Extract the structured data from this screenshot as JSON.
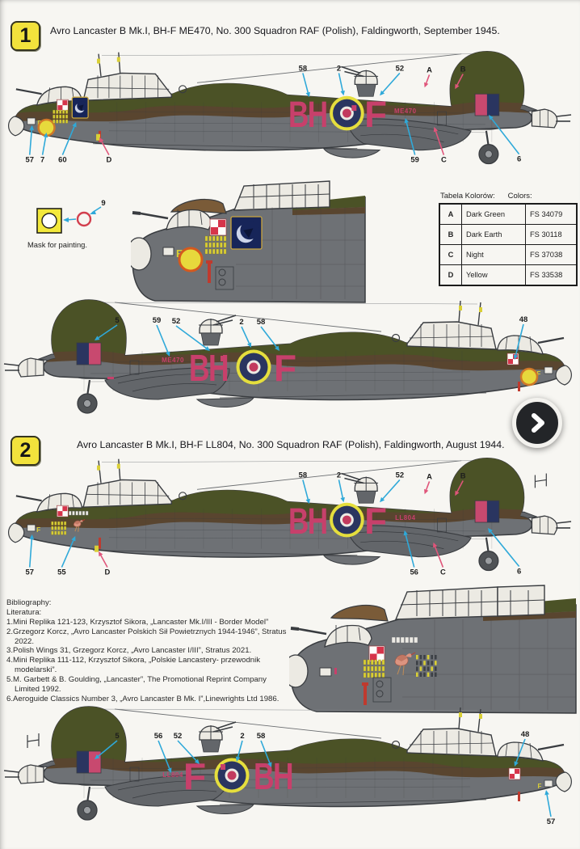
{
  "page": {
    "background": "#f7f6f2"
  },
  "colors": {
    "paper": "#f7f6f2",
    "grey": "#6e7175",
    "grey2": "#63666a",
    "line": "#393c40",
    "green": "#4b5226",
    "earth": "#59452f",
    "canopy": "#eceae3",
    "code_red": "#c7406b",
    "roundel_yellow": "#e5de3d",
    "roundel_navy": "#2a3560",
    "roundel_red": "#c23a5e",
    "cyan": "#2fa9d9",
    "red_arrow": "#e0557a",
    "checker_red": "#d6344a",
    "tally_yellow": "#d9cf35",
    "badge_blue": "#172559",
    "stripe_red": "#bf3a2e",
    "nose_brown": "#7a5b38"
  },
  "sections": [
    {
      "num": "1",
      "title": "Avro Lancaster B Mk.I, BH-F ME470, No. 300 Squadron RAF (Polish), Faldingworth, September 1945."
    },
    {
      "num": "2",
      "title": "Avro Lancaster B Mk.I, BH-F LL804, No. 300 Squadron RAF (Polish), Faldingworth, August 1944."
    }
  ],
  "mask_legend": {
    "label": "Mask for painting.",
    "callout": "9"
  },
  "color_table": {
    "title_pl": "Tabela Kolorów:",
    "title_en": "Colors:",
    "rows": [
      {
        "letter": "A",
        "name": "Dark Green",
        "fs": "FS 34079"
      },
      {
        "letter": "B",
        "name": "Dark Earth",
        "fs": "FS 30118"
      },
      {
        "letter": "C",
        "name": "Night",
        "fs": "FS 37038"
      },
      {
        "letter": "D",
        "name": "Yellow",
        "fs": "FS 33538"
      }
    ]
  },
  "profiles": [
    {
      "name": "scheme-1-starboard",
      "serial": "ME470",
      "code_left": "BH",
      "code_right": "F",
      "nose_letter": "F",
      "callouts_top": [
        "58",
        "2",
        "52",
        "A",
        "B"
      ],
      "callouts_bottom": [
        "57",
        "7",
        "60",
        "D",
        "59",
        "C",
        "6"
      ]
    },
    {
      "name": "scheme-1-port",
      "serial": "ME470",
      "code_left": "BH",
      "code_right": "F",
      "nose_letter": "F",
      "callouts_top": [
        "5",
        "59",
        "52",
        "2",
        "58",
        "48"
      ],
      "callouts_bottom": []
    },
    {
      "name": "scheme-2-starboard",
      "serial": "LL804",
      "code_left": "BH",
      "code_right": "F",
      "nose_letter": "F",
      "callouts_top": [
        "58",
        "2",
        "52",
        "A",
        "B"
      ],
      "callouts_bottom": [
        "57",
        "55",
        "D",
        "56",
        "C",
        "6"
      ]
    },
    {
      "name": "scheme-2-port",
      "serial": "LL804",
      "code_left": "F",
      "code_right": "BH",
      "nose_letter": "F",
      "callouts_top": [
        "5",
        "56",
        "52",
        "2",
        "58",
        "48"
      ],
      "callouts_bottom": [
        "57"
      ]
    }
  ],
  "nose_closeups": [
    {
      "name": "scheme-1-nose-art",
      "letter": "F"
    },
    {
      "name": "scheme-2-nose-art",
      "letter": ""
    }
  ],
  "bibliography": {
    "heading1": "Bibliography:",
    "heading2": "Literatura:",
    "items": [
      "1.Mini Replika 121-123, Krzysztof Sikora, „Lancaster Mk.I/III - Border Model”",
      "2.Grzegorz Korcz, „Avro Lancaster Polskich Sił Powietrznych 1944-1946”, Stratus 2022.",
      "3.Polish Wings 31, Grzegorz Korcz, „Avro Lancaster I/III”, Stratus 2021.",
      "4.Mini Replika 111-112, Krzysztof Sikora, „Polskie Lancastery- przewodnik modelarski”.",
      "5.M. Garbett & B. Goulding, „Lancaster”, The Promotional Reprint Company Limited 1992.",
      "6.Aeroguide Classics Number 3, „Avro Lancaster B Mk. I”,Linewrights Ltd 1986."
    ]
  },
  "nav": {
    "next_icon": "chevron-right"
  }
}
